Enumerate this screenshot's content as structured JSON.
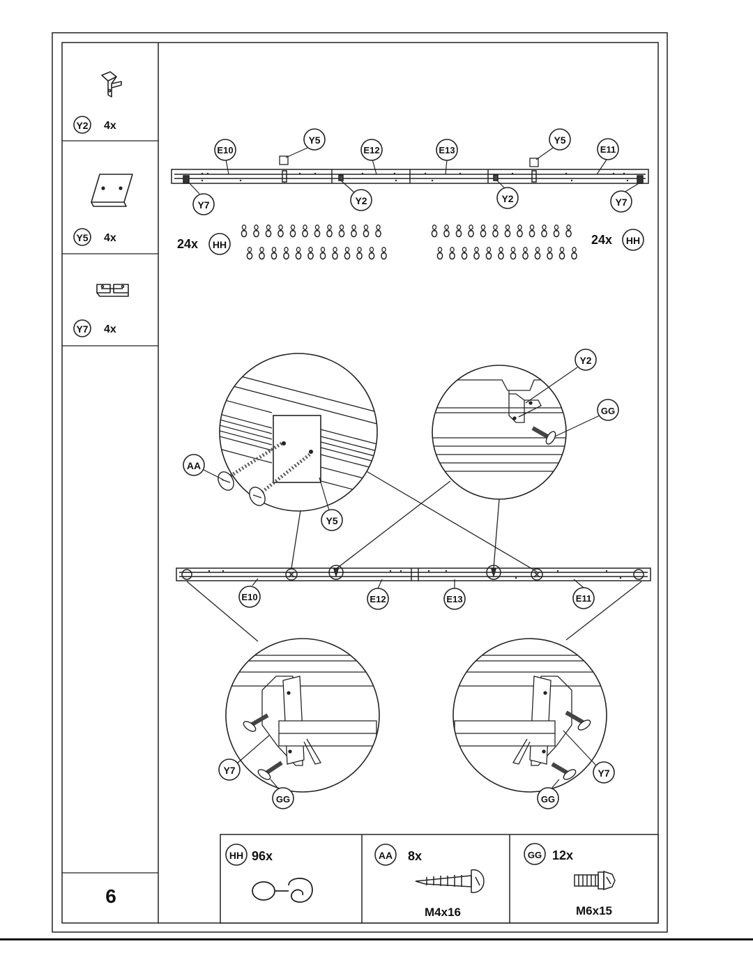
{
  "page_number": "6",
  "sidebar": {
    "parts": [
      {
        "id": "Y2",
        "qty": "4x",
        "icon": "angle-bracket-icon"
      },
      {
        "id": "Y5",
        "qty": "4x",
        "icon": "mounting-plate-icon"
      },
      {
        "id": "Y7",
        "qty": "4x",
        "icon": "corner-clip-icon"
      }
    ]
  },
  "top_assembly": {
    "rails": [
      "E10",
      "E12",
      "E13",
      "E11"
    ],
    "plates": [
      "Y5",
      "Y5"
    ],
    "brackets": [
      "Y2",
      "Y2"
    ],
    "end_clips": [
      "Y7",
      "Y7"
    ],
    "hooks_left": {
      "qty": "24x",
      "id": "HH"
    },
    "hooks_right": {
      "qty": "24x",
      "id": "HH"
    }
  },
  "details": {
    "plate_detail": {
      "screw": "AA",
      "part": "Y5"
    },
    "bracket_detail": {
      "part": "Y2",
      "screw": "GG"
    },
    "left_end_detail": {
      "part": "Y7",
      "screw": "GG"
    },
    "right_end_detail": {
      "part": "Y7",
      "screw": "GG"
    }
  },
  "bottom_assembly": {
    "rails": [
      "E10",
      "E12",
      "E13",
      "E11"
    ]
  },
  "hardware": [
    {
      "id": "HH",
      "qty": "96x",
      "size": "",
      "icon": "hook-icon"
    },
    {
      "id": "AA",
      "qty": "8x",
      "size": "M4x16",
      "icon": "wood-screw-icon"
    },
    {
      "id": "GG",
      "qty": "12x",
      "size": "M6x15",
      "icon": "machine-bolt-icon"
    }
  ]
}
